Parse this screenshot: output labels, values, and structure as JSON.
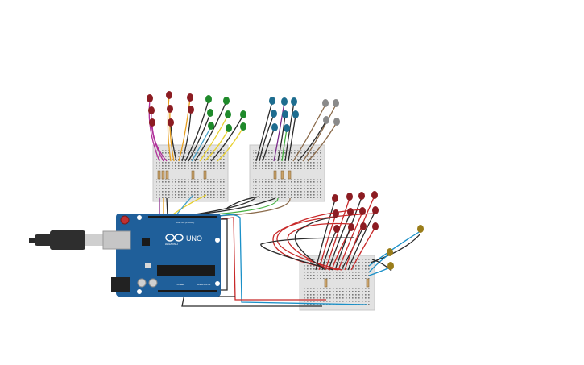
{
  "board": {
    "brand": "UNO",
    "logo_text": "ARDUINO",
    "power_label": "POWER",
    "analog_label": "ANALOG IN",
    "digital_label": "DIGITAL (PWM~)"
  },
  "colors": {
    "background": "#ffffff",
    "board": "#1f5f9a",
    "breadboard": "#e2e2e2",
    "led_red": "#8c1c22",
    "led_green": "#1f8a2b",
    "led_blue": "#1e6d8f",
    "led_gray": "#8a8a8a",
    "led_yellow": "#9a7d1a"
  },
  "icons": [
    "usb-cable-icon",
    "arduino-logo-icon"
  ]
}
